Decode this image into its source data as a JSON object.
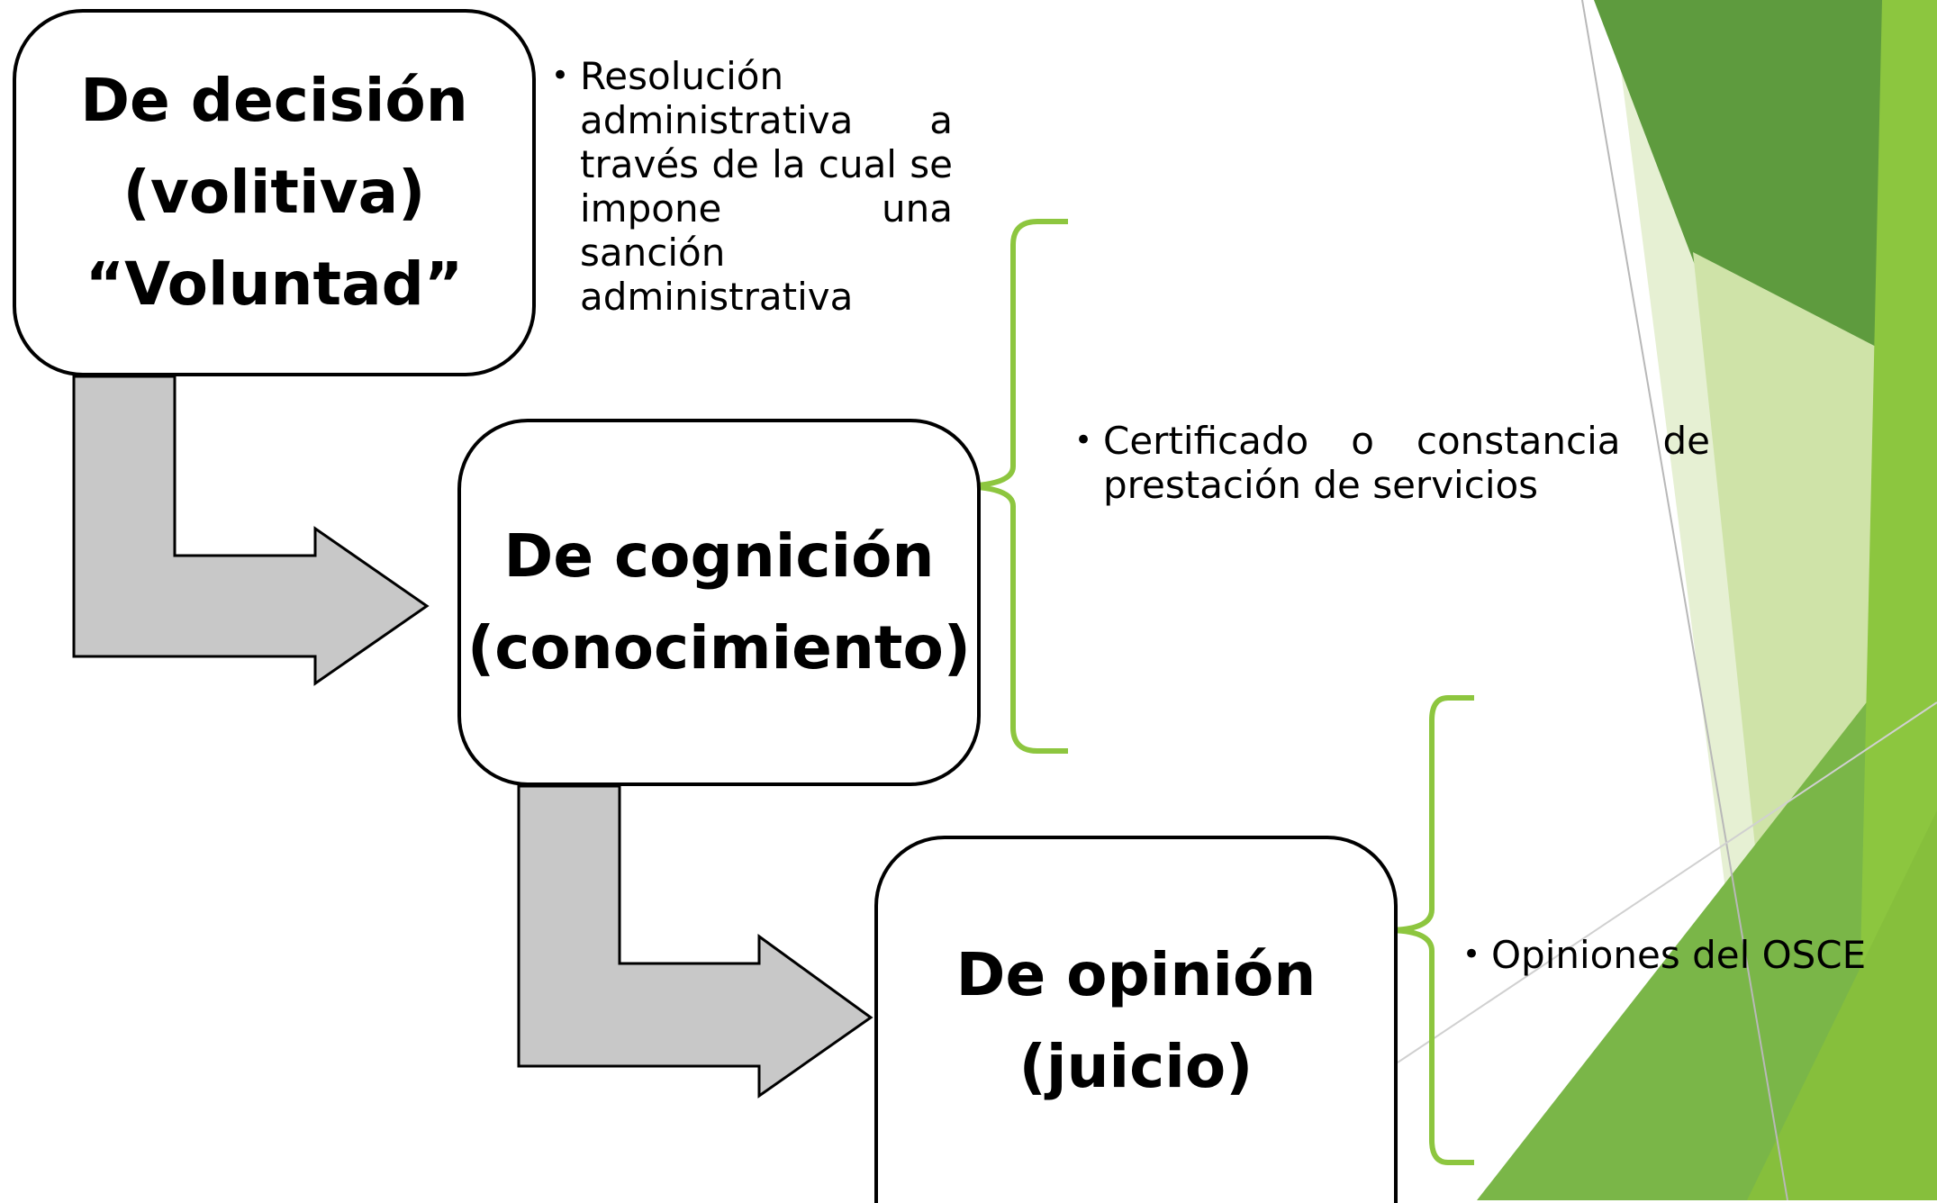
{
  "boxes": [
    {
      "lines": [
        "De decisión",
        "(volitiva)",
        "“Voluntad”"
      ]
    },
    {
      "lines": [
        "De cognición",
        "(conocimiento)"
      ]
    },
    {
      "lines": [
        "De opinión",
        "(juicio)"
      ]
    }
  ],
  "notes": [
    {
      "bullet": "•",
      "text": "Resolución administrativa a través de la cual se impone una sanción administrativa"
    },
    {
      "bullet": "•",
      "text": "Certificado o constancia de prestación de servicios"
    },
    {
      "bullet": "•",
      "text": "Opiniones del OSCE"
    }
  ],
  "colors": {
    "brace": "#8dc63f",
    "arrow_fill": "#c8c8c8",
    "arrow_stroke": "#000000",
    "box_border": "#000000",
    "deco_dark": "#5b9a3a",
    "deco_mid": "#7db543",
    "deco_light": "#cfe3a8",
    "deco_pale": "#e6f0d3"
  }
}
